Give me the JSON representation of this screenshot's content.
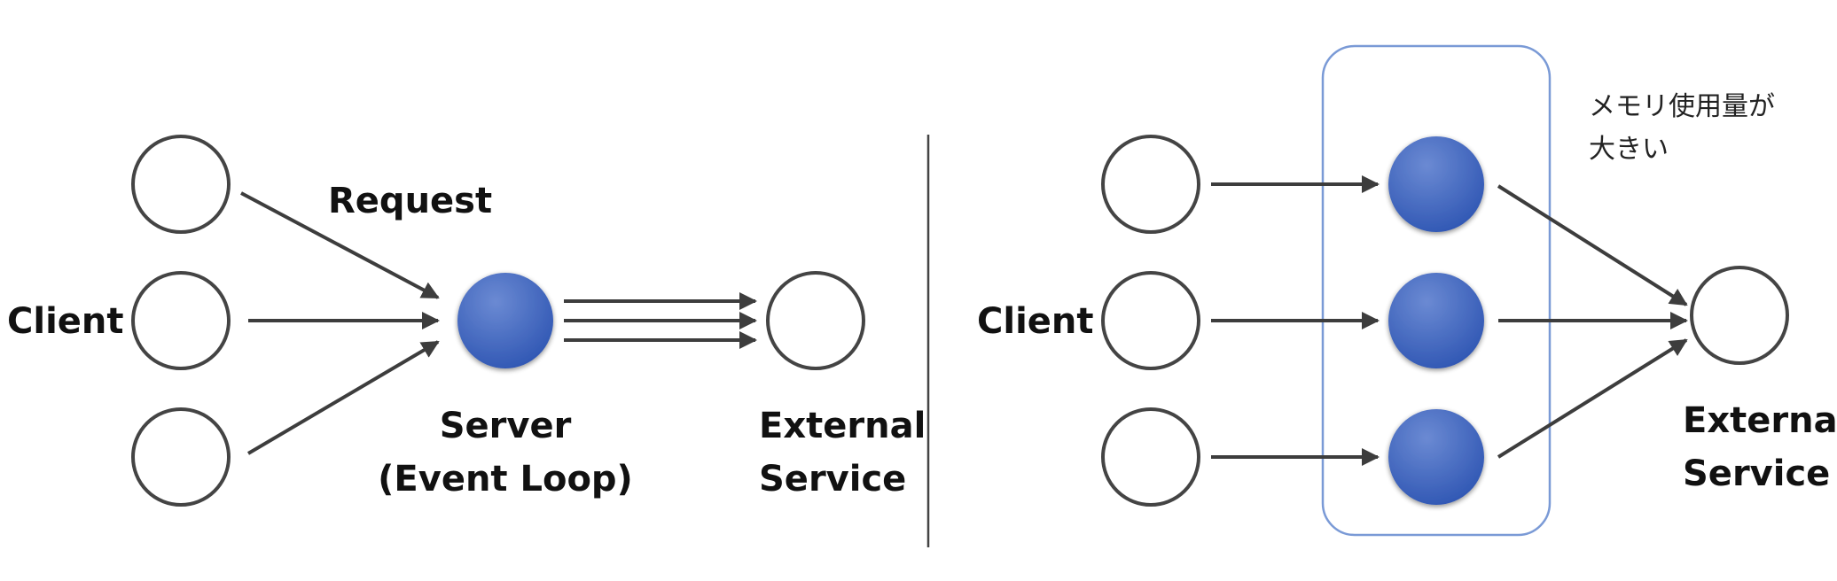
{
  "colors": {
    "server_node": "#3f66c0",
    "outline": "#444444",
    "memory_box": "#7a9ad6"
  },
  "left": {
    "client_label": "Client",
    "request_label": "Request",
    "server_label_line1": "Server",
    "server_label_line2": "(Event Loop)",
    "external_label_line1": "External",
    "external_label_line2": "Service"
  },
  "right": {
    "client_label": "Client",
    "external_label_line1": "External",
    "external_label_line2": "Service",
    "memory_note_line1": "メモリ使用量が",
    "memory_note_line2": "大きい"
  }
}
